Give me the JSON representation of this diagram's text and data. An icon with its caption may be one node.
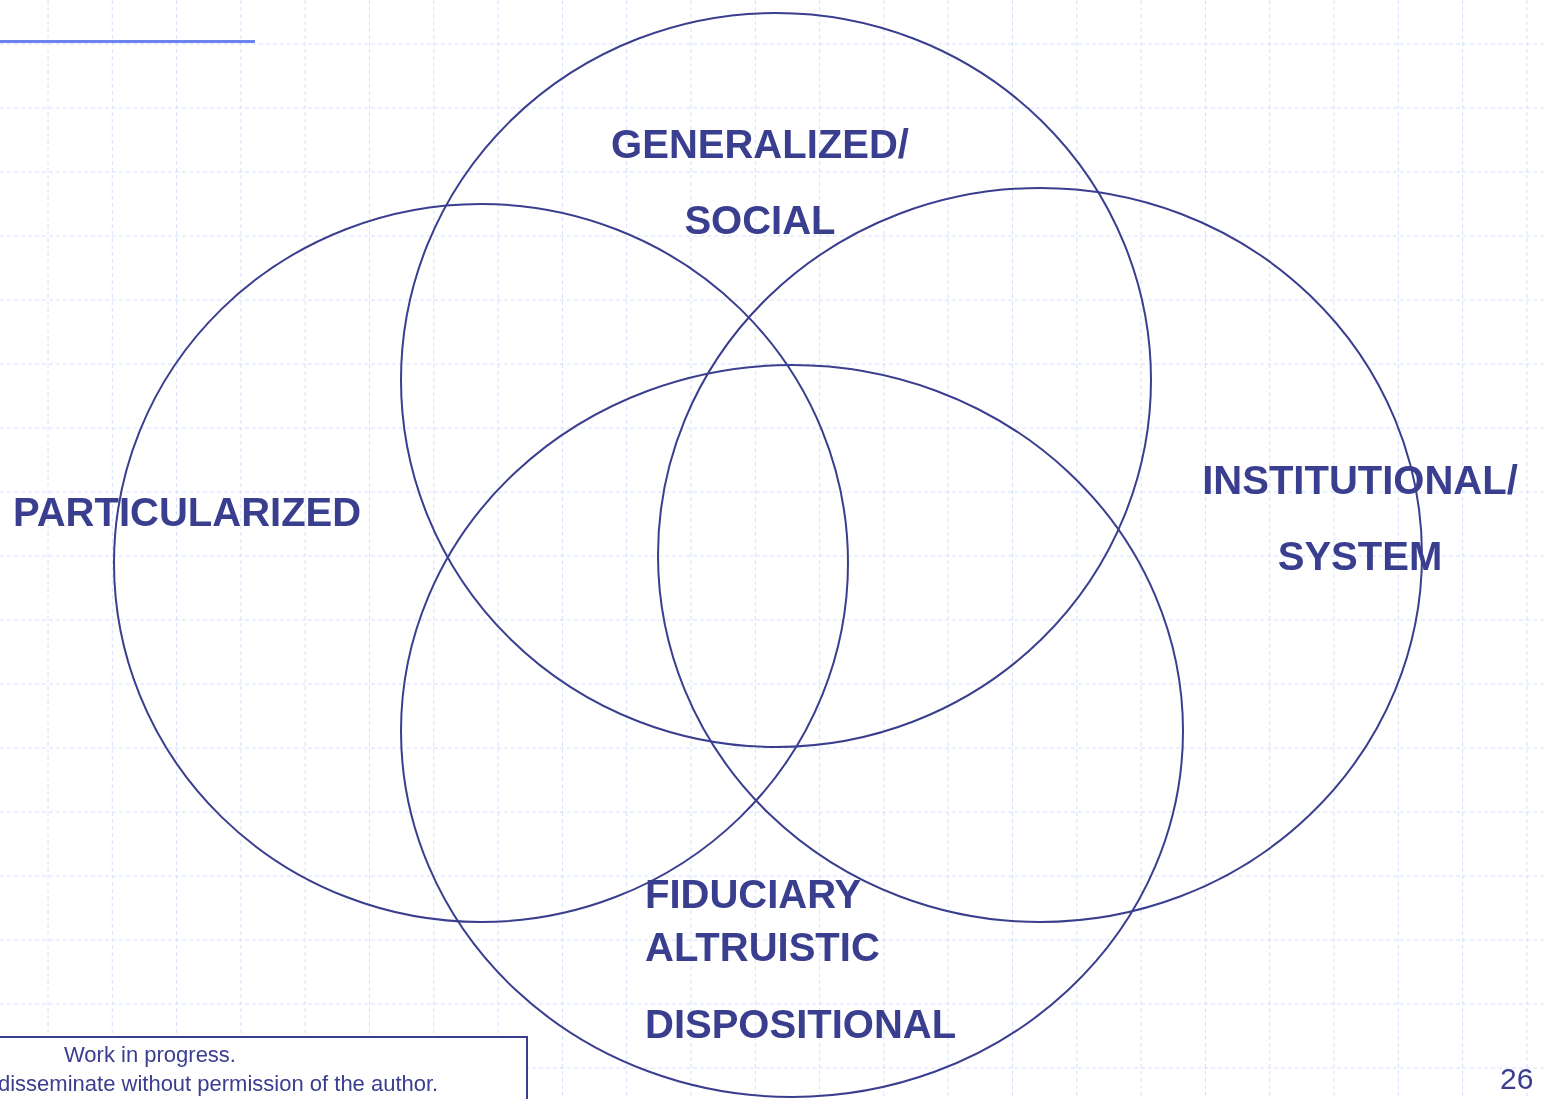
{
  "diagram": {
    "nodes": [
      {
        "text": [
          "GENERALIZED/ SOCIAL"
        ]
      },
      {
        "text": [
          "PARTICULARIZED"
        ]
      },
      {
        "text": [
          "INSTITUTIONAL/ SYSTEM"
        ]
      },
      {
        "text": [
          "FIDUCIARY",
          "ALTRUISTIC",
          "DISPOSITIONAL"
        ]
      },
      {
        "text": [
          "Work in progress.",
          "disseminate without permission of the author."
        ]
      }
    ],
    "edges": [],
    "labels": [
      "26"
    ]
  }
}
